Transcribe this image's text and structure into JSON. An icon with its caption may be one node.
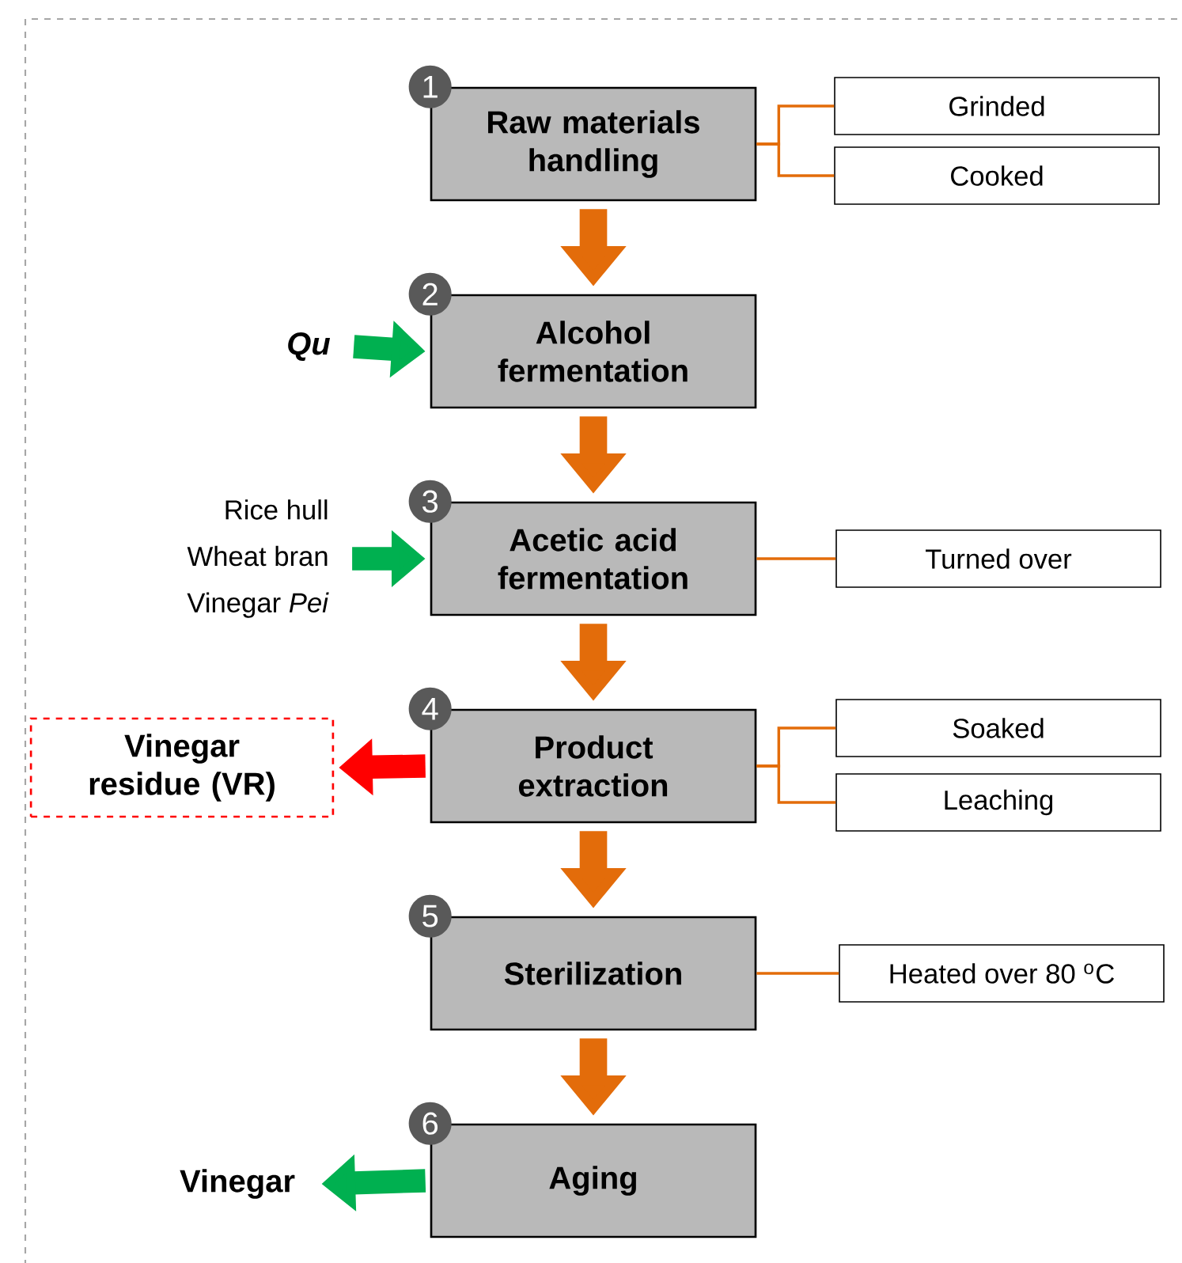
{
  "diagram": {
    "nodes": [
      {
        "text": [
          "Raw materials handling"
        ],
        "beside": [
          "1"
        ]
      },
      {
        "text": [
          "Alcohol fermentation"
        ],
        "beside": [
          "2"
        ]
      },
      {
        "text": [
          "Acetic acid fermentation"
        ],
        "beside": [
          "3"
        ]
      },
      {
        "text": [
          "Product extraction"
        ],
        "beside": [
          "4"
        ]
      },
      {
        "text": [
          "Sterilization"
        ],
        "beside": [
          "5"
        ]
      },
      {
        "text": [
          "Aging"
        ],
        "beside": [
          "6"
        ]
      },
      {
        "text": [
          "Grinded"
        ]
      },
      {
        "text": [
          "Cooked"
        ]
      },
      {
        "text": [
          "Turned over"
        ]
      },
      {
        "text": [
          "Soaked"
        ]
      },
      {
        "text": [
          "Leaching"
        ]
      },
      {
        "text": [
          "Heated over 80 $^{o}$C"
        ]
      },
      {
        "text": [
          "Qu"
        ]
      },
      {
        "text": [
          "Rice hull",
          "Wheat bran",
          "Vinegar *Pei*"
        ]
      },
      {
        "text": [
          "Vinegar residue (VR)"
        ]
      },
      {
        "text": [
          "Vinegar"
        ]
      }
    ],
    "edges": [
      {
        "from": 0,
        "to": 1,
        "arrow": "to"
      },
      {
        "from": 1,
        "to": 2,
        "arrow": "to"
      },
      {
        "from": 2,
        "to": 3,
        "arrow": "to"
      },
      {
        "from": 3,
        "to": 4,
        "arrow": "to"
      },
      {
        "from": 4,
        "to": 5,
        "arrow": "to"
      },
      {
        "from": 12,
        "to": 1,
        "arrow": "to",
        "color": "#00b050"
      },
      {
        "from": 13,
        "to": 2,
        "arrow": "to",
        "color": "#00b050"
      },
      {
        "from": 3,
        "to": 14,
        "arrow": "to",
        "color": "#ff0000"
      },
      {
        "from": 5,
        "to": 15,
        "arrow": "to",
        "color": "#00b050"
      },
      {
        "from": 0,
        "to": 6,
        "arrow": "none"
      },
      {
        "from": 0,
        "to": 7,
        "arrow": "none"
      },
      {
        "from": 2,
        "to": 8,
        "arrow": "none"
      },
      {
        "from": 3,
        "to": 9,
        "arrow": "none"
      },
      {
        "from": 3,
        "to": 10,
        "arrow": "none"
      },
      {
        "from": 4,
        "to": 11,
        "arrow": "none"
      }
    ]
  }
}
